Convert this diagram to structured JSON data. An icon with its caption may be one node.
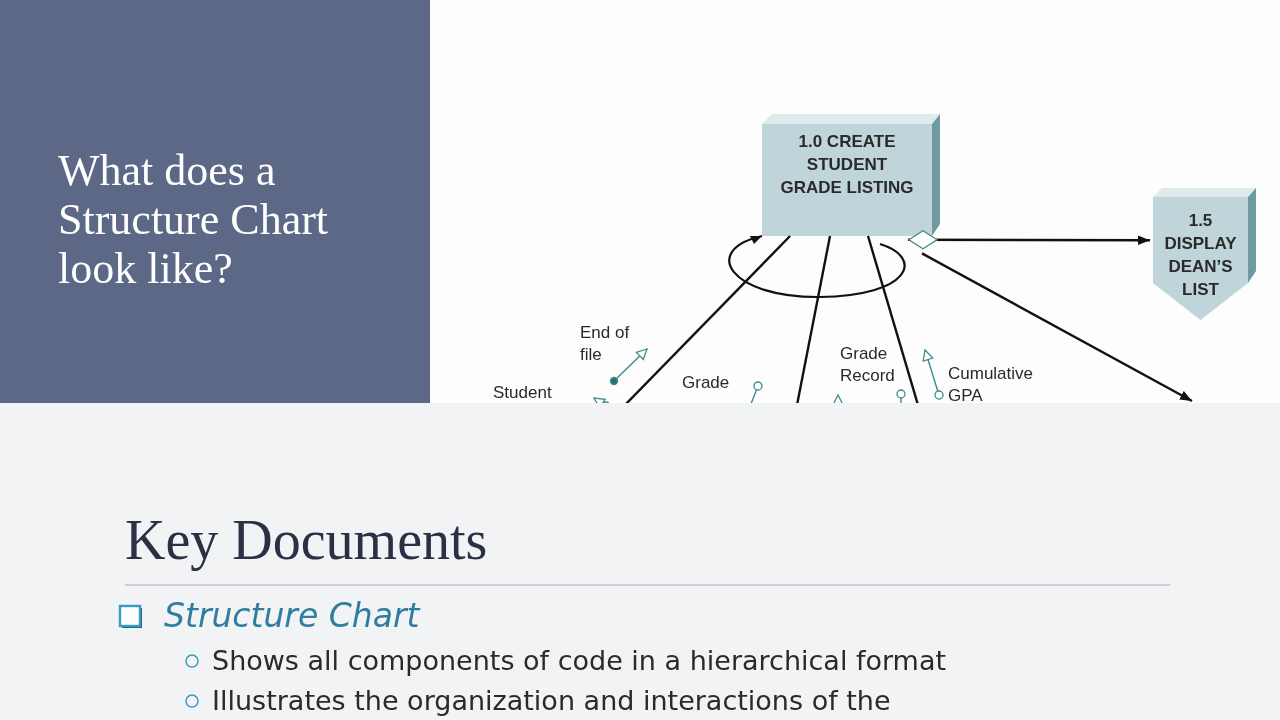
{
  "diagram": {
    "title": "What does a Structure Chart look like?",
    "nodes": [
      {
        "text": [
          "1.0 CREATE STUDENT GRADE LISTING"
        ]
      },
      {
        "text": [
          "1.5 DISPLAY DEAN’S LIST"
        ]
      }
    ],
    "edges": [
      {
        "from": 0,
        "to": 1,
        "arrow": "to"
      },
      {
        "from": 0,
        "to": null,
        "arrow": "none"
      },
      {
        "from": 0,
        "to": null,
        "arrow": "none"
      },
      {
        "from": 0,
        "to": null,
        "arrow": "none"
      },
      {
        "from": 0,
        "to": null,
        "arrow": "to"
      }
    ],
    "labels": [
      "End of file",
      "Student",
      "Grade",
      "Grade Record",
      "Cumulative GPA",
      "Key Documents",
      "Structure Chart",
      "Shows all components of code in a hierarchical format",
      "Illustrates the organization and interactions of the"
    ]
  }
}
